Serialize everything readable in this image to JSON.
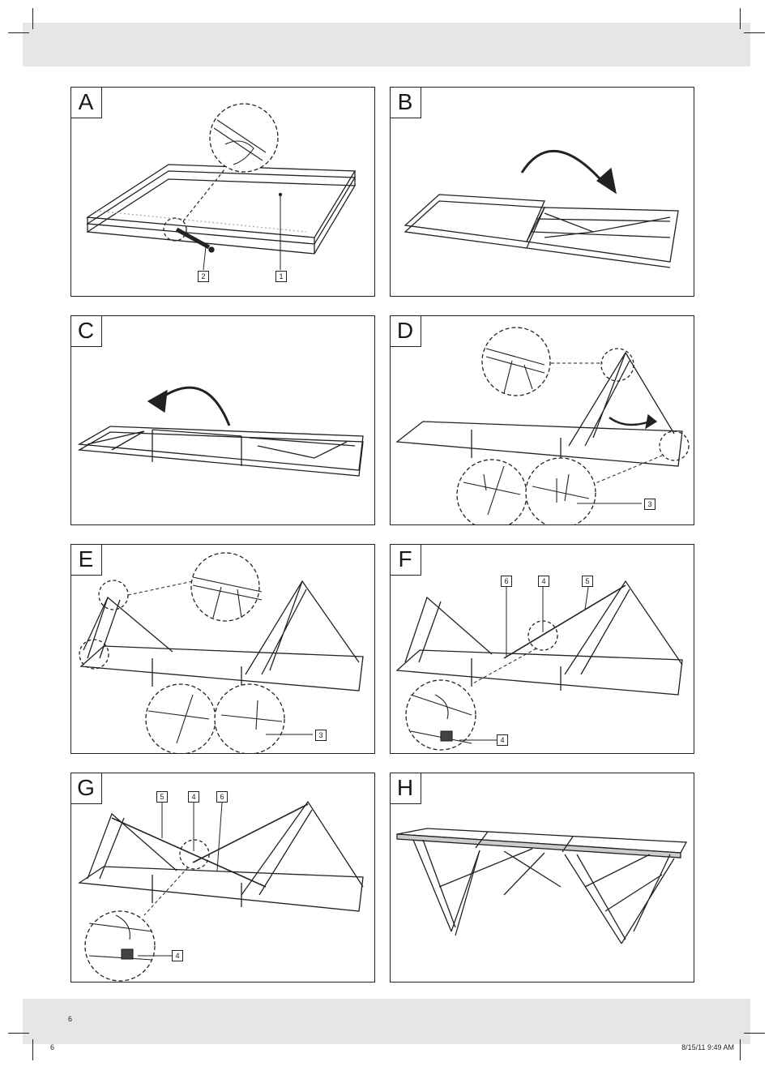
{
  "panels": [
    {
      "letter": "A",
      "callouts": [
        "2",
        "1"
      ]
    },
    {
      "letter": "B",
      "callouts": []
    },
    {
      "letter": "C",
      "callouts": []
    },
    {
      "letter": "D",
      "callouts": [
        "3"
      ]
    },
    {
      "letter": "E",
      "callouts": [
        "3"
      ]
    },
    {
      "letter": "F",
      "callouts": [
        "6",
        "4",
        "5",
        "4"
      ]
    },
    {
      "letter": "G",
      "callouts": [
        "5",
        "4",
        "6",
        "4"
      ]
    },
    {
      "letter": "H",
      "callouts": []
    }
  ],
  "page_number": "6",
  "footer": {
    "left": "6",
    "right": "8/15/11   9:49 AM"
  },
  "colors": {
    "band": "#e6e6e6",
    "line": "#222222"
  }
}
